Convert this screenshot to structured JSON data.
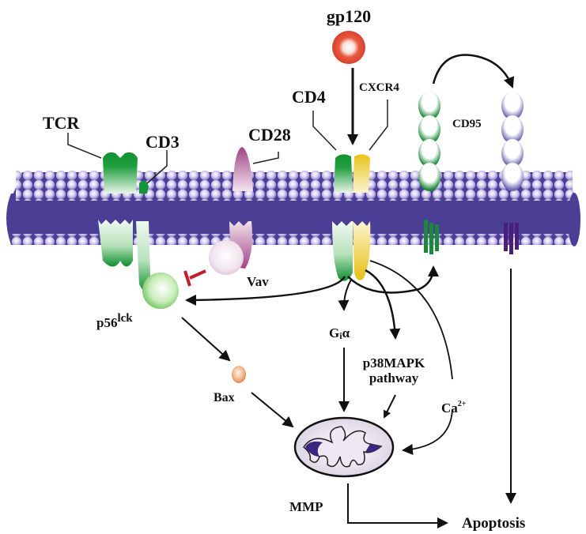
{
  "labels": {
    "gp120": "gp120",
    "tcr": "TCR",
    "cd3": "CD3",
    "cd28": "CD28",
    "cd4": "CD4",
    "cxcr4": "CXCR4",
    "cd95": "CD95",
    "vav": "Vav",
    "p56": "p56",
    "p56_sup": "lck",
    "gia_main": "G",
    "gia_sub": "i",
    "gia_alpha": "α",
    "p38_line1": "p38MAPK",
    "p38_line2": "pathway",
    "bax": "Bax",
    "ca": "Ca",
    "ca_sup": "2+",
    "mmp": "MMP",
    "apoptosis": "Apoptosis"
  },
  "colors": {
    "membrane": "#4b3f95",
    "lipid_head": "#c9bfe8",
    "tcr_green": "#1a9a3c",
    "cd28_pink": "#a8508f",
    "cxcr4_yellow": "#e8c51a",
    "cd95_active": "#1e8a3a",
    "cd95_inactive": "#7d76b8",
    "gp120_red": "#e5503a",
    "inhibit_red": "#c0202a",
    "bax_orange": "#e8a070",
    "mito_fill": "#ece6f0",
    "mito_crista": "#4a2f8a"
  }
}
